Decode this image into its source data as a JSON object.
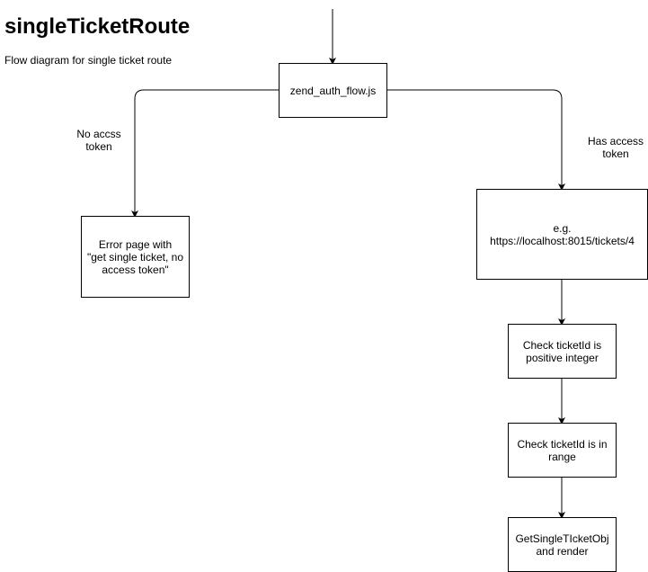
{
  "title": "singleTicketRoute",
  "subtitle": "Flow diagram for single ticket route",
  "nodes": {
    "zend_auth": "zend_auth_flow.js",
    "error_page": "Error page with\n\"get single ticket, no\naccess token\"",
    "example_url": "e.g.\nhttps://localhost:8015/tickets/4",
    "check_positive": "Check ticketId is\npositive integer",
    "check_range": "Check ticketId is in\nrange",
    "render": "GetSingleTIcketObj\nand render"
  },
  "edges": {
    "no_access": "No accss\ntoken",
    "has_access": "Has access\ntoken"
  },
  "colors": {
    "stroke": "#000000",
    "background": "#ffffff"
  }
}
